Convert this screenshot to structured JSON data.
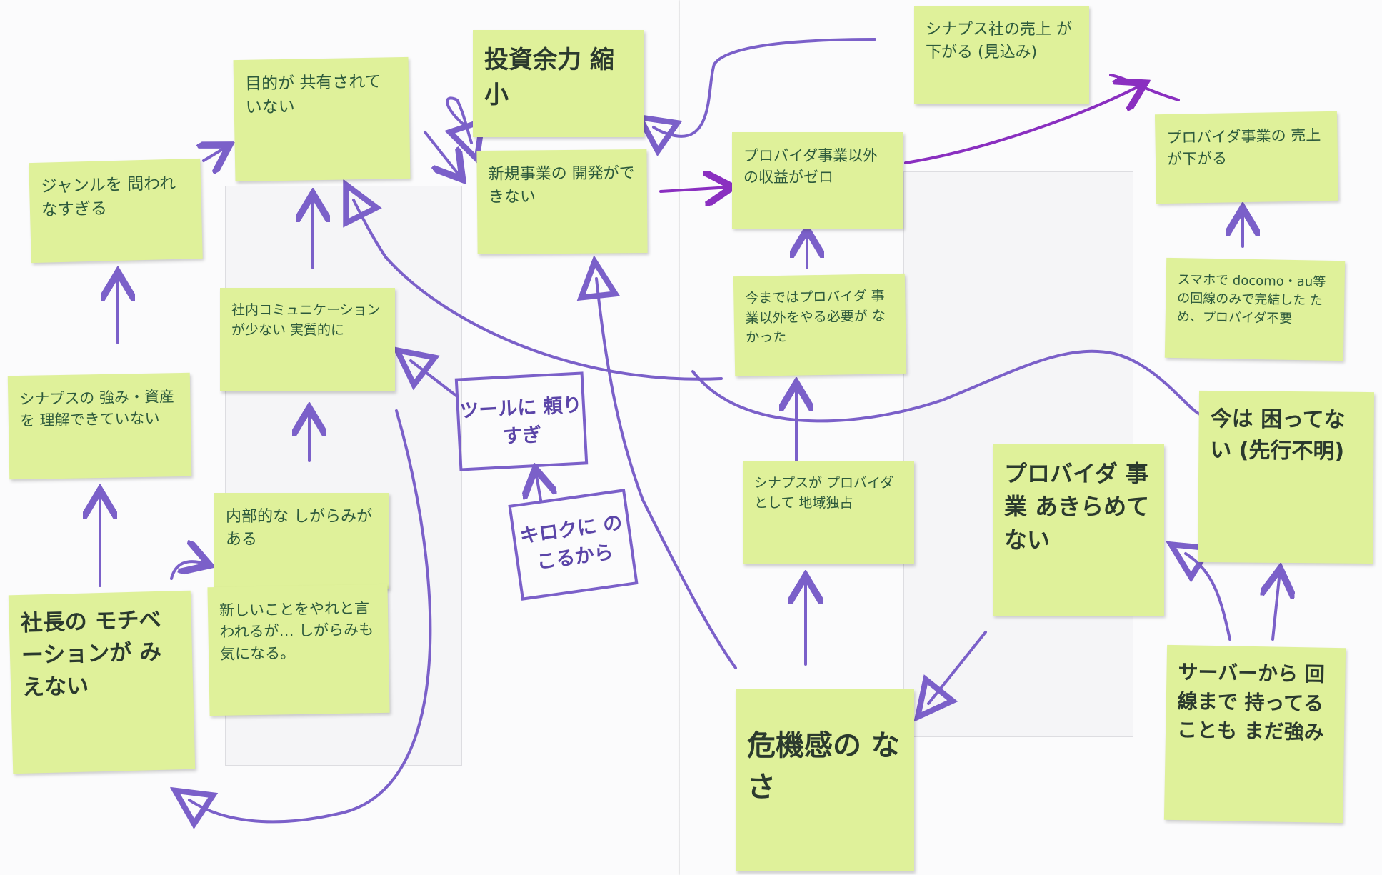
{
  "colors": {
    "note": "#dff19a",
    "ink": "#2d5a3c",
    "pen": "#7b60c9",
    "pen_dark": "#8a2fc0"
  },
  "notes": {
    "genre": "ジャンルを 問われなすぎる",
    "purpose": "目的が 共有されていない",
    "investment": "投資余力 縮小",
    "new_business": "新規事業の 開発ができない",
    "comm": "社内コミュニケーションが少ない 実質的に",
    "strengths": "シナプスの 強み・資産を 理解できていない",
    "internal": "内部的な しがらみがある",
    "new_things": "新しいことをやれと言われるが… しがらみも 気になる。",
    "president": "社長の モチベーションが みえない",
    "sales_drop": "シナプス社の売上 が下がる (見込み)",
    "provider_zero": "プロバイダ事業以外 の収益がゼロ",
    "provider_sales": "プロバイダ事業の 売上が下がる",
    "until_now": "今まではプロバイダ 事業以外をやる必要が なかった",
    "smartphone": "スマホで docomo・au等 の回線のみで完結した ため、プロバイダ不要",
    "monopoly": "シナプスが プロバイダとして 地域独占",
    "not_giving_up": "プロバイダ 事業 あきらめて ない",
    "not_troubled": "今は 困ってない (先行不明)",
    "crisis": "危機感の なさ",
    "server": "サーバーから 回線まで 持ってることも まだ強み"
  },
  "boxes": {
    "tool": "ツールに 頼りすぎ",
    "record": "キロクに のこるから"
  }
}
